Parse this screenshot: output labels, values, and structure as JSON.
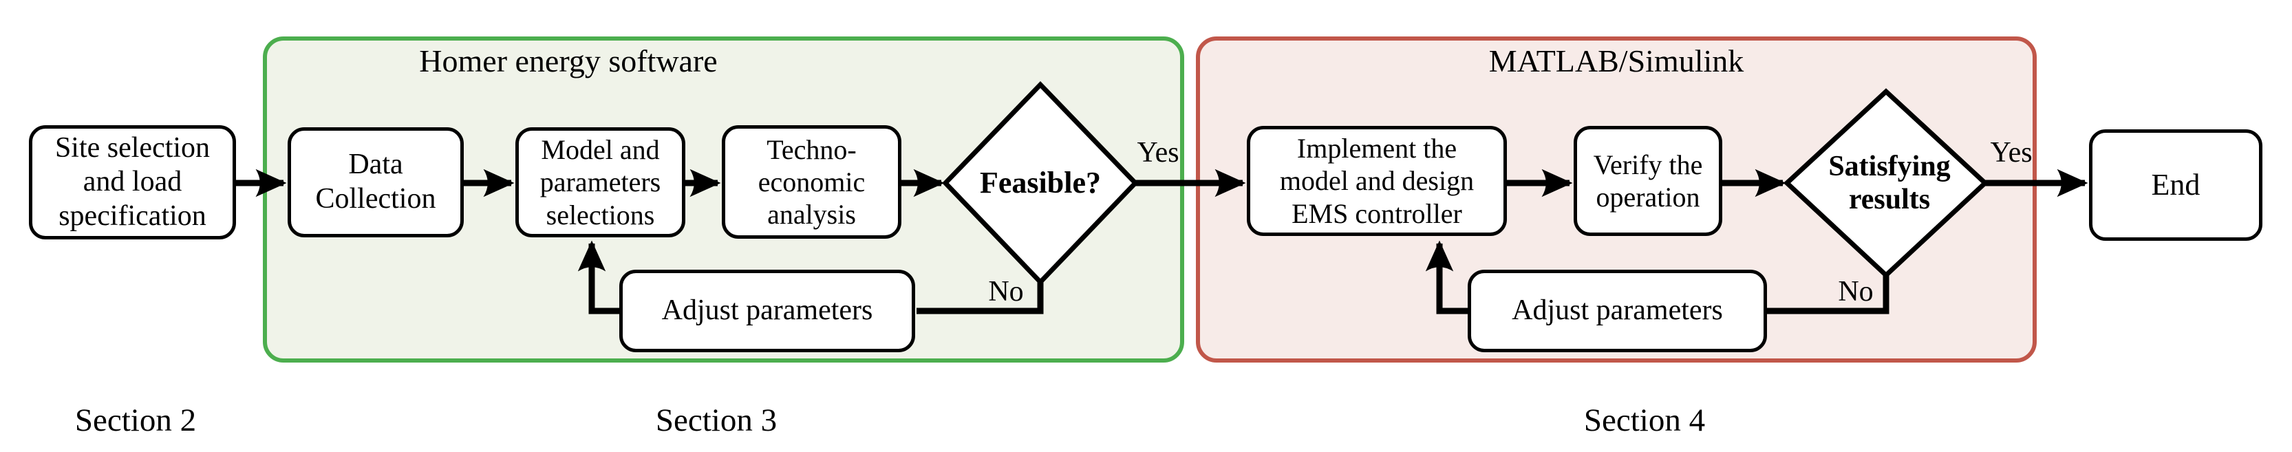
{
  "containers": {
    "homer": {
      "title": "Homer energy software",
      "border_color": "#4cae4e",
      "fill_color": "#f0f3e9"
    },
    "matlab": {
      "title": "MATLAB/Simulink",
      "border_color": "#c1574a",
      "fill_color": "#f7ebe8"
    }
  },
  "nodes": {
    "site": {
      "lines": [
        "Site selection",
        "and load",
        "specification"
      ]
    },
    "data": {
      "lines": [
        "Data",
        "Collection"
      ]
    },
    "model": {
      "lines": [
        "Model and",
        "parameters",
        "selections"
      ]
    },
    "techno": {
      "lines": [
        "Techno-",
        "economic",
        "analysis"
      ]
    },
    "feasible": {
      "lines": [
        "Feasible?"
      ]
    },
    "adjust1": {
      "lines": [
        "Adjust parameters"
      ]
    },
    "implement": {
      "lines": [
        "Implement the",
        "model and design",
        "EMS controller"
      ]
    },
    "verify": {
      "lines": [
        "Verify the",
        "operation"
      ]
    },
    "satisfying": {
      "lines": [
        "Satisfying",
        "results"
      ]
    },
    "adjust2": {
      "lines": [
        "Adjust parameters"
      ]
    },
    "end": {
      "lines": [
        "End"
      ]
    }
  },
  "edge_labels": {
    "feasible_yes": "Yes",
    "feasible_no": "No",
    "satisfying_yes": "Yes",
    "satisfying_no": "No"
  },
  "section_labels": {
    "section2": "Section 2",
    "section3": "Section 3",
    "section4": "Section 4"
  },
  "style": {
    "line_color": "#000000",
    "node_fill": "#ffffff",
    "node_border": "#000000",
    "background": "#ffffff"
  }
}
